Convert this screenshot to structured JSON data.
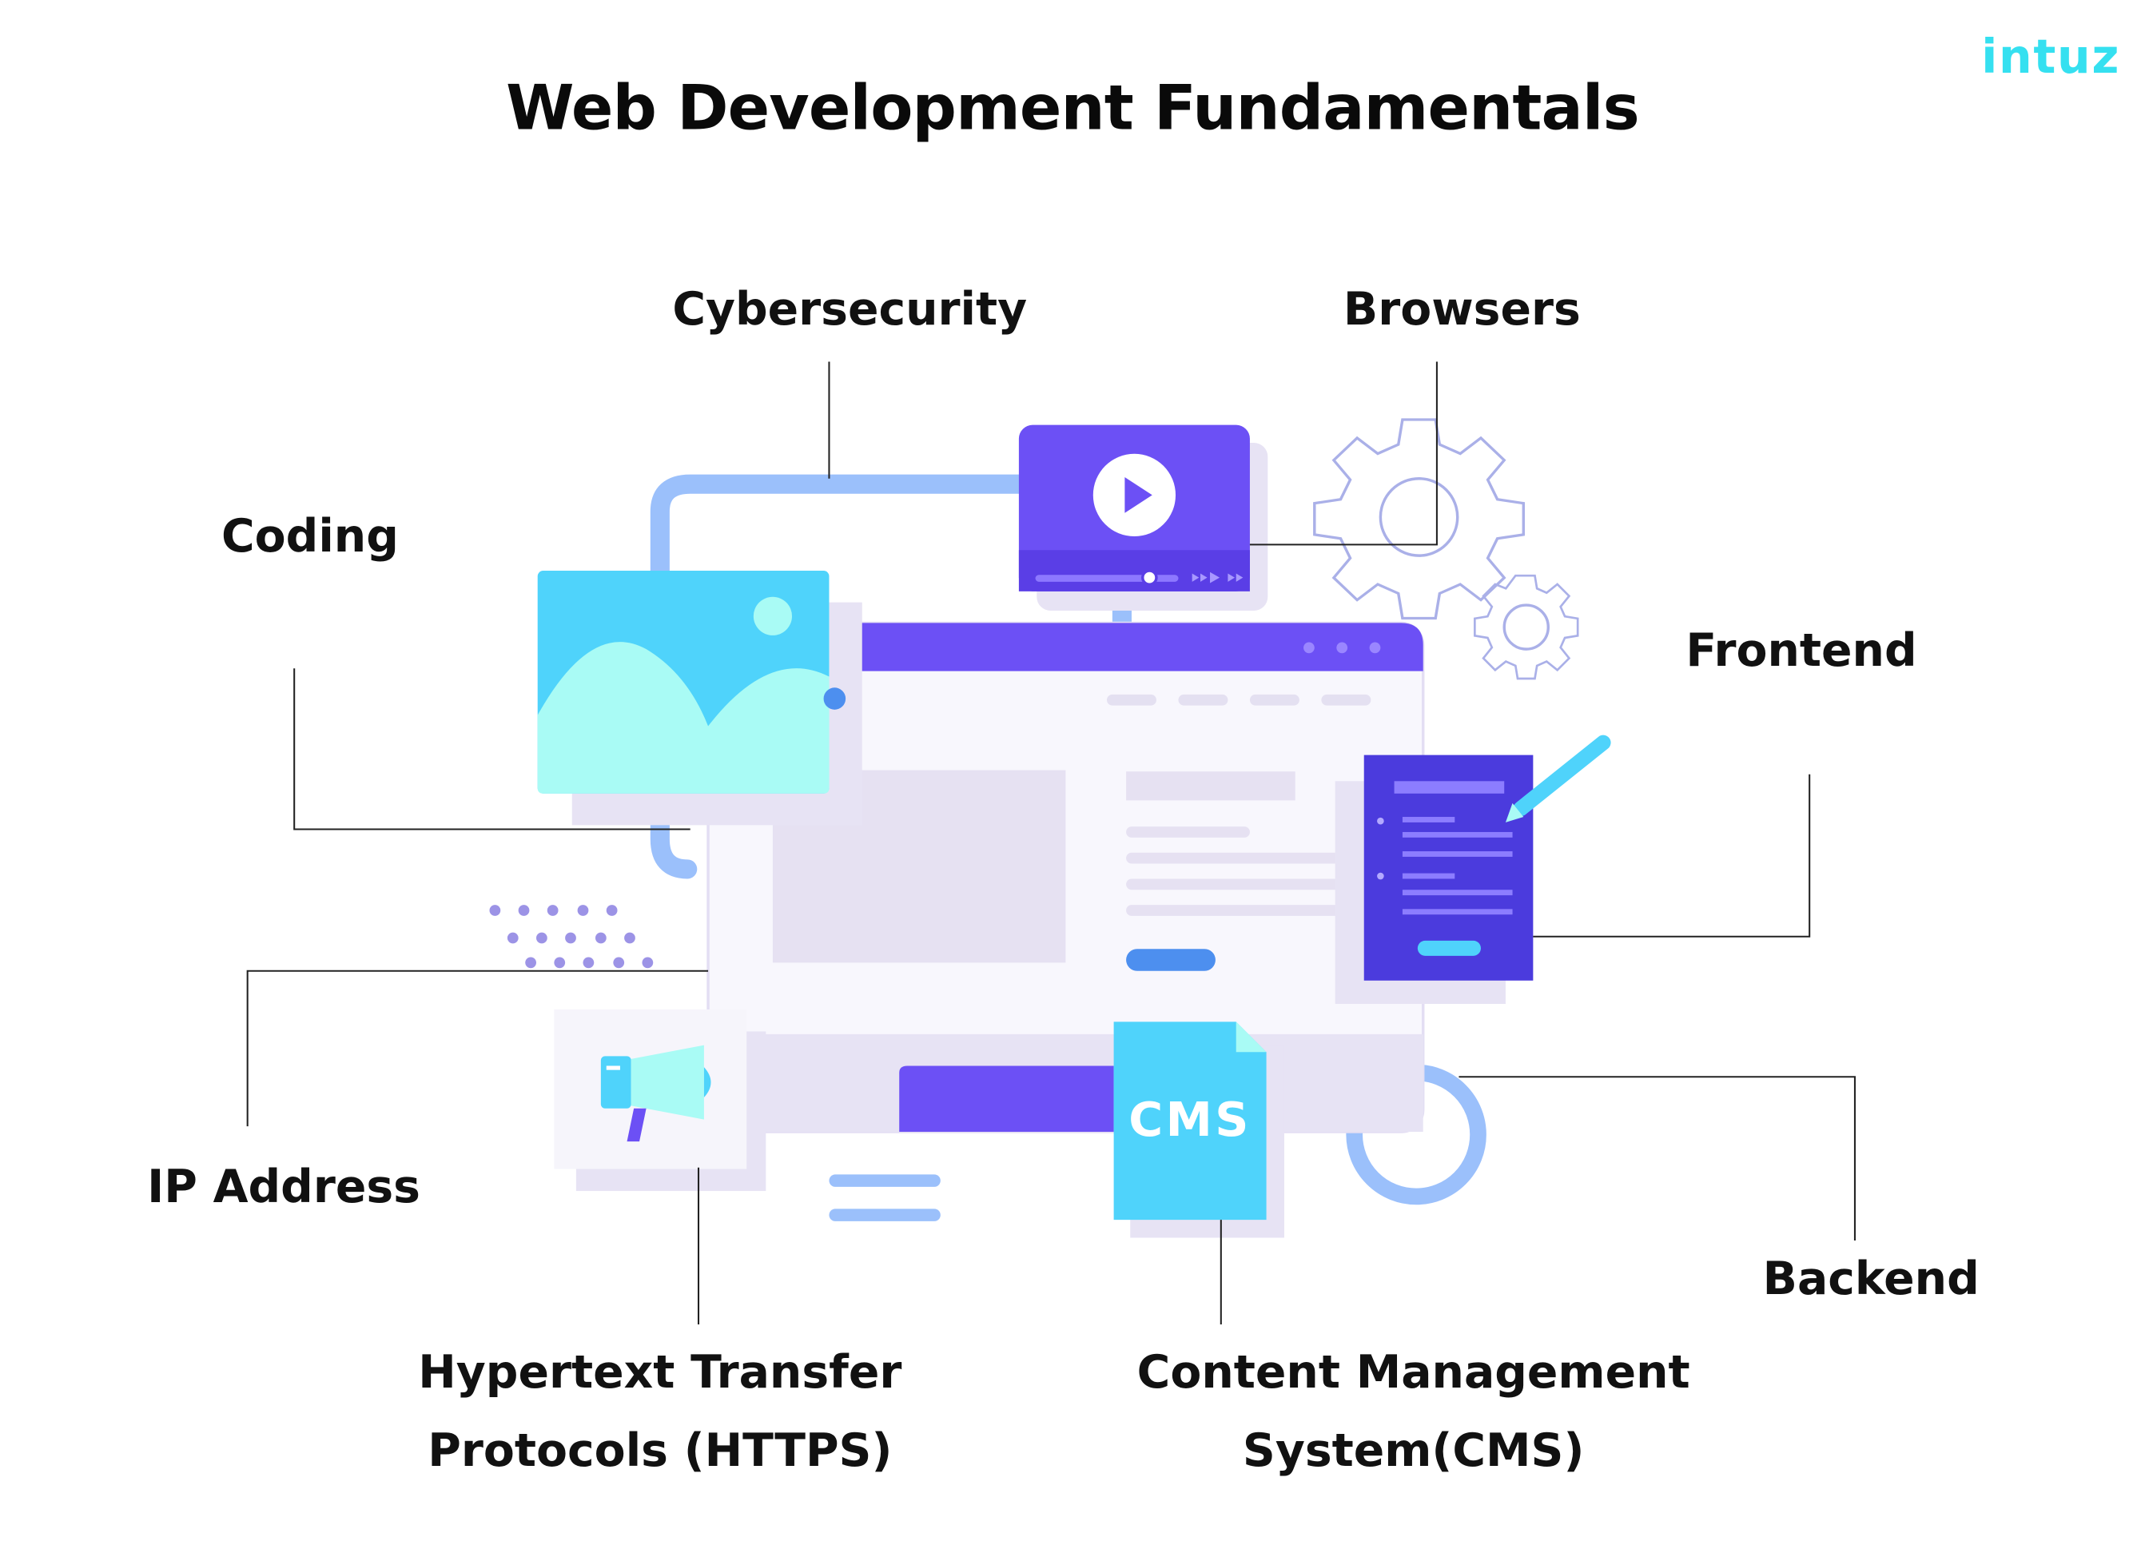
{
  "title": "Web Development Fundamentals",
  "brand": {
    "logo_text": "intuz",
    "logo_color": "#35e0f0"
  },
  "colors": {
    "browser_header": "#6c50f5",
    "browser_body": "#f8f7fd",
    "accent_blue": "#4d8fef",
    "cyan": "#4fd3fb",
    "mint": "#a9fbf5",
    "lavender": "#e7e3f4",
    "pipe": "#9bc0fb"
  },
  "labels": {
    "cybersecurity": "Cybersecurity",
    "browsers": "Browsers",
    "coding": "Coding",
    "frontend": "Frontend",
    "ip_address": "IP Address",
    "backend": "Backend",
    "https_line1": "Hypertext Transfer",
    "https_line2": "Protocols (HTTPS)",
    "cms_line1": "Content Management",
    "cms_line2": "System(CMS)"
  },
  "cms_badge": "CMS",
  "icons": [
    "play-icon",
    "gear-icon",
    "image-icon",
    "megaphone-icon",
    "document-icon",
    "pencil-icon",
    "cms-file-icon"
  ]
}
